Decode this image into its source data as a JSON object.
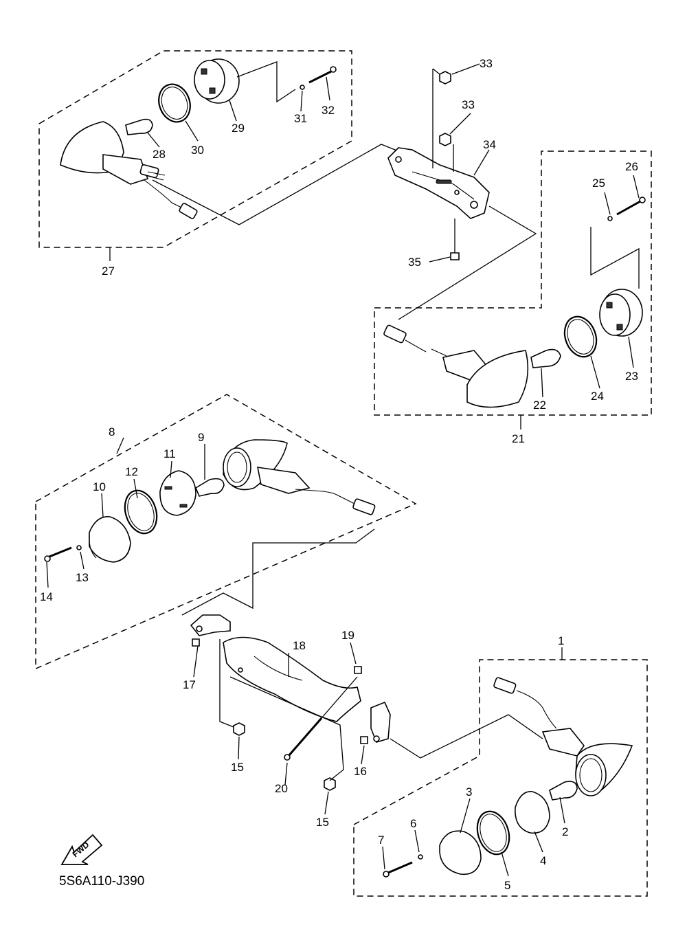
{
  "diagram": {
    "code": "5S6A110-J390",
    "fwd_label": "FWD",
    "callouts": [
      "1",
      "2",
      "3",
      "4",
      "5",
      "6",
      "7",
      "8",
      "9",
      "10",
      "11",
      "12",
      "13",
      "14",
      "15",
      "15",
      "16",
      "17",
      "18",
      "19",
      "20",
      "21",
      "22",
      "23",
      "24",
      "25",
      "26",
      "27",
      "28",
      "29",
      "30",
      "31",
      "32",
      "33",
      "33",
      "34",
      "35"
    ]
  }
}
